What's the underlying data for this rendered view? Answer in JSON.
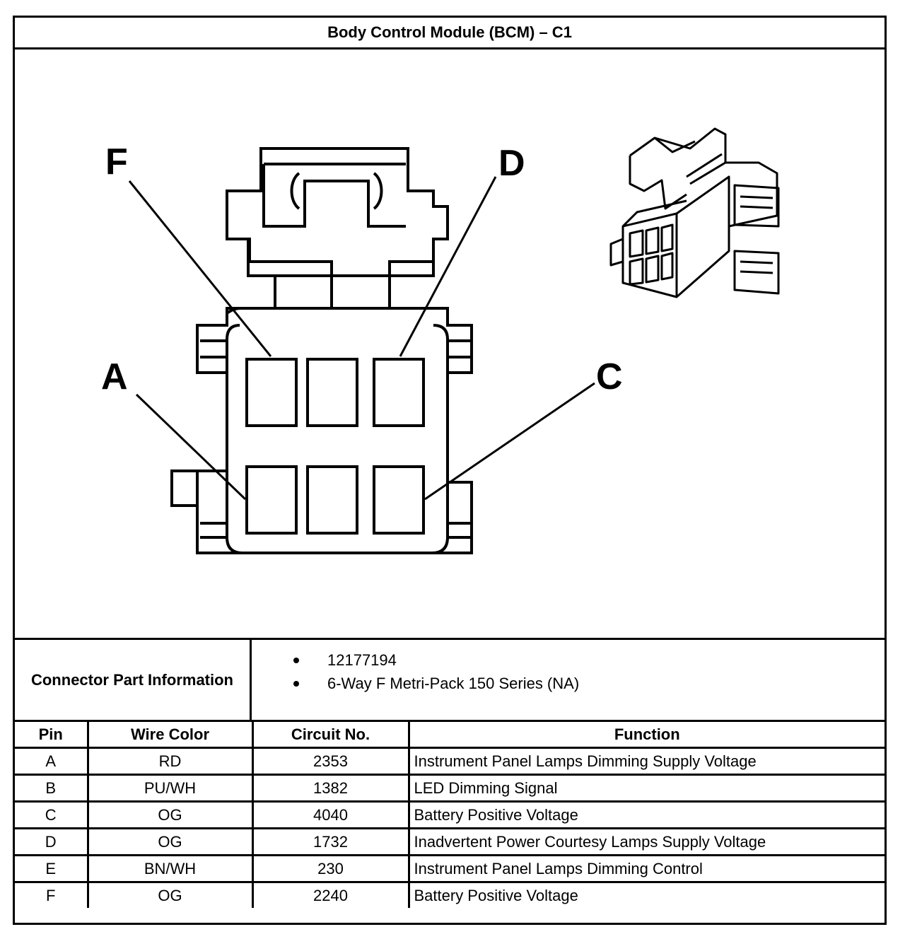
{
  "title": "Body Control Module (BCM) – C1",
  "diagram": {
    "pin_labels": {
      "F": "F",
      "D": "D",
      "A": "A",
      "C": "C"
    }
  },
  "part_info": {
    "label": "Connector Part Information",
    "items": [
      "12177194",
      "6-Way F Metri-Pack 150 Series (NA)"
    ]
  },
  "table": {
    "headers": [
      "Pin",
      "Wire Color",
      "Circuit No.",
      "Function"
    ],
    "rows": [
      {
        "pin": "A",
        "wire_color": "RD",
        "circuit": "2353",
        "function": "Instrument Panel Lamps Dimming Supply Voltage"
      },
      {
        "pin": "B",
        "wire_color": "PU/WH",
        "circuit": "1382",
        "function": "LED Dimming Signal"
      },
      {
        "pin": "C",
        "wire_color": "OG",
        "circuit": "4040",
        "function": "Battery Positive Voltage"
      },
      {
        "pin": "D",
        "wire_color": "OG",
        "circuit": "1732",
        "function": "Inadvertent Power Courtesy Lamps Supply Voltage"
      },
      {
        "pin": "E",
        "wire_color": "BN/WH",
        "circuit": "230",
        "function": "Instrument Panel Lamps Dimming Control"
      },
      {
        "pin": "F",
        "wire_color": "OG",
        "circuit": "2240",
        "function": "Battery Positive Voltage"
      }
    ]
  }
}
